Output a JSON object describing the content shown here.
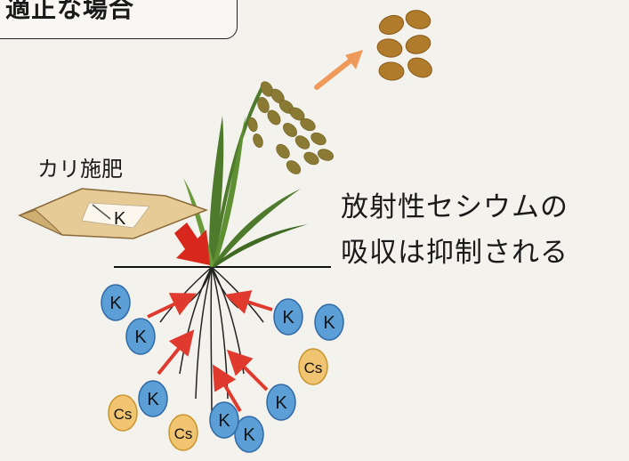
{
  "header": {
    "title": "適正な場合"
  },
  "fertilizer": {
    "label": "カリ施肥",
    "bag_letter": "K"
  },
  "result": {
    "line1": "放射性セシウムの",
    "line2": "吸収は抑制される"
  },
  "ions": {
    "potassium": {
      "symbol": "K",
      "count": 8,
      "fill": "#5b9fd6",
      "stroke": "#2f6aa6"
    },
    "cesium": {
      "symbol": "Cs",
      "count": 3,
      "fill": "#f0c470",
      "stroke": "#c9962e"
    }
  },
  "colors": {
    "background": "#f4f2ec",
    "uptake_arrow": "#e03a2e",
    "grain_arrow": "#ef9a5a",
    "fertilizer_arrow": "#d8281e",
    "grain": "#b07c2c",
    "rice_leaf": "#4e7a2c",
    "rice_ear": "#8a7a34"
  }
}
